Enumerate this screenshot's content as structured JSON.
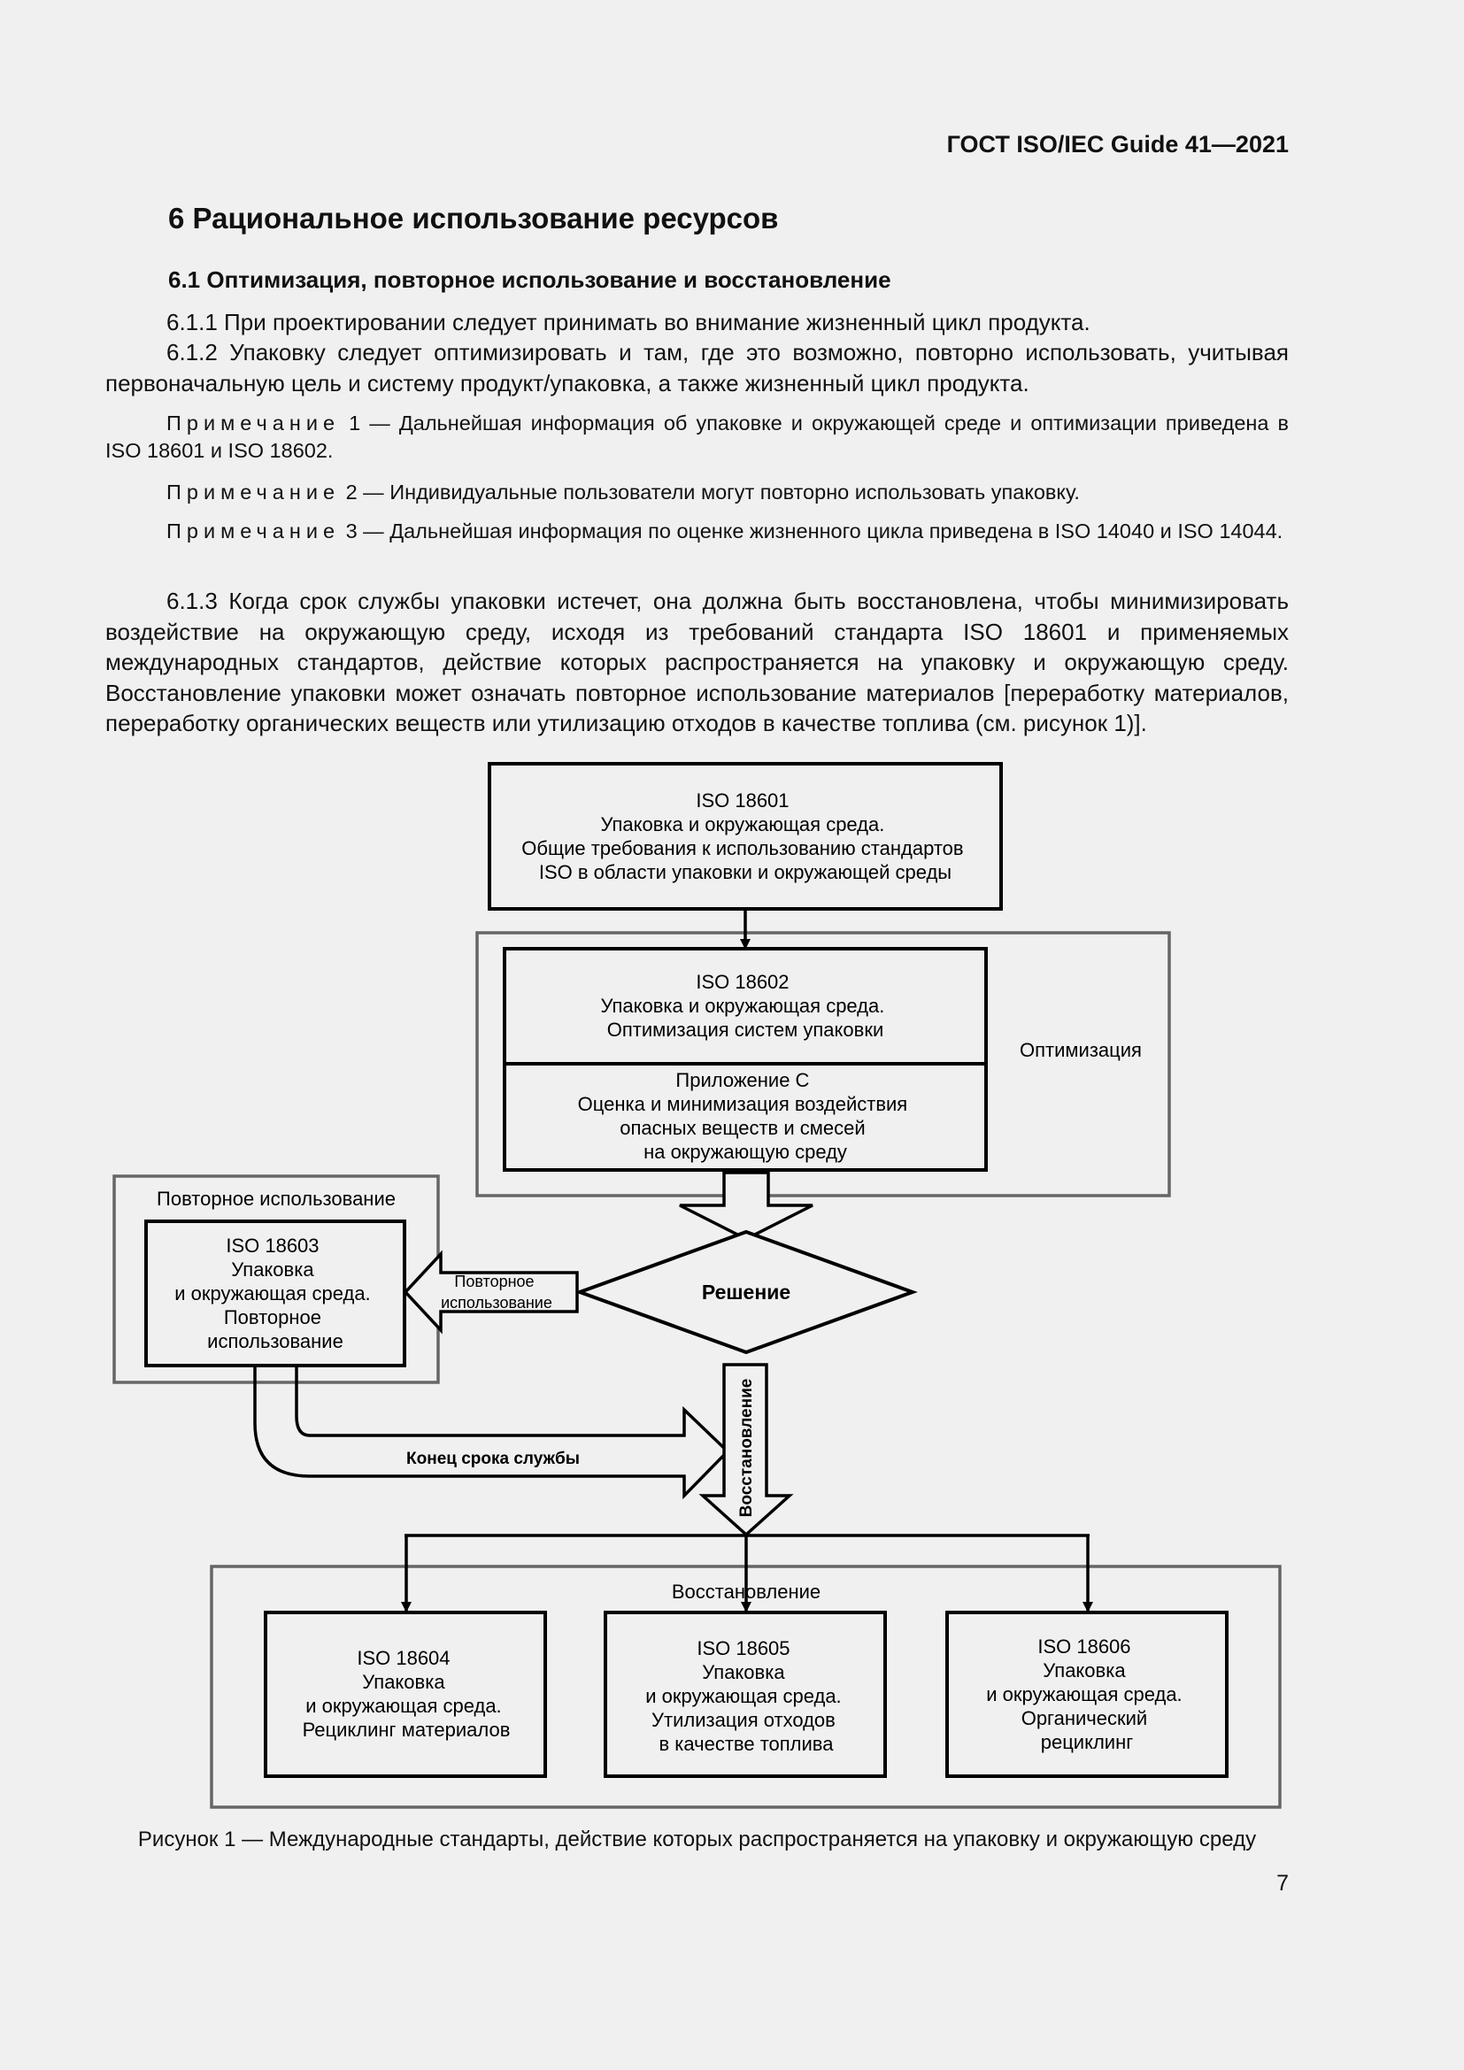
{
  "header": {
    "doc_code": "ГОСТ ISO/IEC Guide 41—2021"
  },
  "section": {
    "title": "6  Рациональное использование ресурсов",
    "subsection_title": "6.1  Оптимизация, повторное использование и восстановление"
  },
  "paragraphs": {
    "p611": "6.1.1  При проектировании следует принимать во внимание жизненный цикл продукта.",
    "p612": "6.1.2  Упаковку следует оптимизировать и там, где это возможно, повторно использовать, учитывая первоначальную цель и систему продукт/упаковка, а также жизненный цикл продукта.",
    "p613": "6.1.3  Когда срок службы упаковки истечет, она должна быть восстановлена, чтобы минимизировать воздействие на окружающую среду, исходя из требований стандарта ISO 18601 и применяемых международных стандартов, действие которых распространяется на упаковку и окружающую среду. Восстановление упаковки может означать повторное использование материалов [переработку материалов, переработку органических веществ или утилизацию отходов в качестве топлива (см. рисунок 1)]."
  },
  "notes": {
    "label": "Примечание",
    "n1_num": "1",
    "n1_text": "— Дальнейшая информация об упаковке и окружающей среде и оптимизации приведена в ISO 18601 и ISO 18602.",
    "n2_num": "2",
    "n2_text": "— Индивидуальные пользователи могут повторно использовать упаковку.",
    "n3_num": "3",
    "n3_text": "— Дальнейшая информация по оценке жизненного цикла приведена в ISO 14040 и ISO 14044."
  },
  "diagram": {
    "iso18601": [
      "ISO 18601",
      "Упаковка и окружающая среда.",
      "Общие требования к использованию стандартов",
      "ISO в области упаковки и окружающей среды"
    ],
    "iso18602": [
      "ISO 18602",
      "Упаковка и окружающая среда.",
      "Оптимизация систем упаковки"
    ],
    "annex_c": [
      "Приложение C",
      "Оценка и минимизация воздействия",
      "опасных веществ и смесей",
      "на окружающую среду"
    ],
    "optimization_label": "Оптимизация",
    "reuse_group_label": "Повторное использование",
    "iso18603": [
      "ISO 18603",
      "Упаковка",
      "и окружающая среда.",
      "Повторное",
      "использование"
    ],
    "reuse_arrow": [
      "Повторное",
      "использование"
    ],
    "decision": "Решение",
    "end_of_life": "Конец срока службы",
    "recovery_arrow": "Восстановление",
    "recovery_group_label": "Восстановление",
    "iso18604": [
      "ISO 18604",
      "Упаковка",
      "и окружающая среда.",
      "Рециклинг материалов"
    ],
    "iso18605": [
      "ISO 18605",
      "Упаковка",
      "и окружающая среда.",
      "Утилизация отходов",
      "в качестве топлива"
    ],
    "iso18606": [
      "ISO 18606",
      "Упаковка",
      "и окружающая среда.",
      "Органический",
      "рециклинг"
    ]
  },
  "figure": {
    "caption": "Рисунок 1 — Международные стандарты, действие которых распространяется на упаковку и окружающую среду"
  },
  "page": {
    "number": "7"
  }
}
